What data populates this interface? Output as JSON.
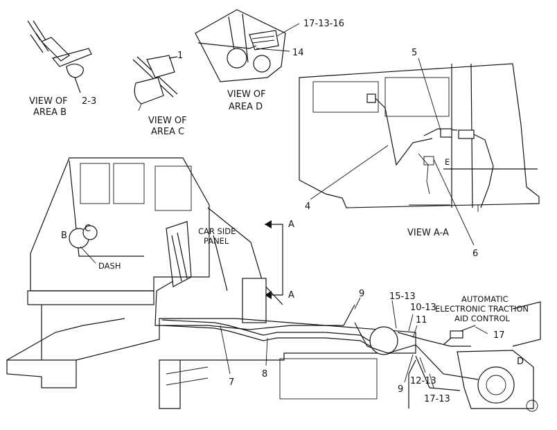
{
  "diagram": {
    "view_labels": {
      "area_b": [
        "VIEW OF",
        "AREA B"
      ],
      "area_c": [
        "VIEW OF",
        "AREA C"
      ],
      "area_d": [
        "VIEW OF",
        "AREA D"
      ],
      "section_aa": "VIEW A-A"
    },
    "callouts": {
      "c_2_3": "2-3",
      "c_1": "1",
      "c_17_13_16": "17-13-16",
      "c_14": "14",
      "c_5": "5",
      "c_4": "4",
      "c_6": "6",
      "c_e": "E",
      "c_7": "7",
      "c_8": "8",
      "c_9_top": "9",
      "c_9_bottom": "9",
      "c_15_13": "15-13",
      "c_10_13": "10-13",
      "c_11": "11",
      "c_17": "17",
      "c_12_13": "12-13",
      "c_17_13": "17-13",
      "c_d": "D",
      "c_b": "B",
      "c_c": "C",
      "c_a_top": "A",
      "c_a_bottom": "A"
    },
    "text_labels": {
      "car_side_panel": [
        "CAR SIDE",
        "PANEL"
      ],
      "dash": "DASH",
      "aetac": [
        "AUTOMATIC",
        "ELECTRONIC TRACTION",
        "AID CONTROL"
      ]
    }
  }
}
